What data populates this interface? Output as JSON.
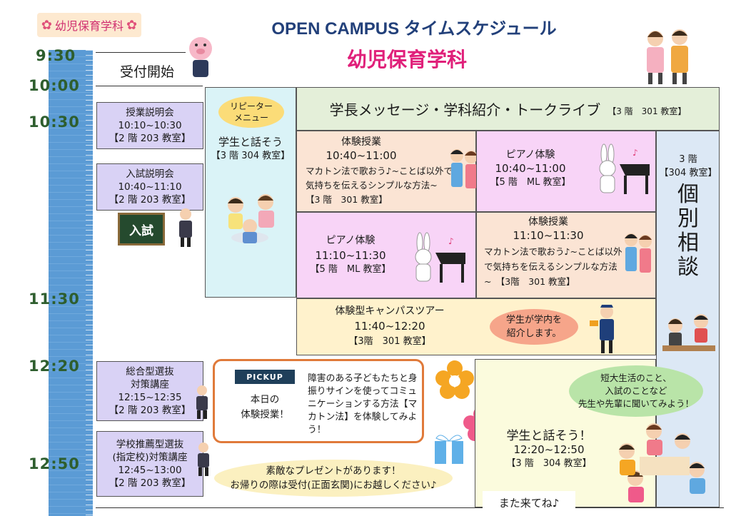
{
  "header": {
    "dept_tag": "幼児保育学科",
    "title_en": "OPEN CAMPUS タイムスケジュール",
    "title_jp": "幼児保育学科"
  },
  "times": [
    "9:30",
    "10:00",
    "10:30",
    "11:30",
    "12:20",
    "12:50"
  ],
  "reception": "受付開始",
  "left_sessions": [
    {
      "title": "授業説明会",
      "time": "10:10~10:30",
      "room": "【2 階 203 教室】"
    },
    {
      "title": "入試説明会",
      "time": "10:40~11:10",
      "room": "【2 階 203 教室】"
    },
    {
      "title": "総合型選抜\n対策講座",
      "time": "12:15~12:35",
      "room": "【2 階 203 教室】"
    },
    {
      "title": "学校推薦型選抜\n(指定校)対策講座",
      "time": "12:45~13:00",
      "room": "【2 階 203 教室】"
    }
  ],
  "blackboard": "入試",
  "repeater": {
    "badge": "リピーター\nメニュー",
    "title": "学生と話そう",
    "room": "【3 階 304 教室】"
  },
  "main_banner": {
    "title": "学長メッセージ・学科紹介・トークライブ",
    "room": "【3 階　301 教室】"
  },
  "taiken1": {
    "title": "体験授業",
    "time": "10:40~11:00",
    "desc": "マカトン法で歌おう♪~ことば以外で気持ちを伝えるシンプルな方法~",
    "room": "【3 階　301 教室】"
  },
  "piano1": {
    "title": "ピアノ体験",
    "time": "10:40~11:00",
    "room": "【5 階　ML 教室】"
  },
  "piano2": {
    "title": "ピアノ体験",
    "time": "11:10~11:30",
    "room": "【5 階　ML 教室】"
  },
  "taiken2": {
    "title": "体験授業",
    "time": "11:10~11:30",
    "desc": "マカトン法で歌おう♪~ことば以外で気持ちを伝えるシンプルな方法~",
    "room": "【3階　301 教室】"
  },
  "counsel": {
    "room": "3 階\n【304 教室】",
    "title": "個\n別\n相\n談"
  },
  "tour": {
    "title": "体験型キャンパスツアー",
    "time": "11:40~12:20",
    "room": "【3階　301 教室】",
    "bubble": "学生が学内を\n紹介します。"
  },
  "pickup": {
    "label": "PICKUP",
    "subtitle": "本日の\n体験授業！",
    "text": "障害のある子どもたちと身振りサインを使ってコミュニケーションする方法【マカトン法】を体験してみよう！"
  },
  "talk": {
    "bubble": "短大生活のこと、\n入試のことなど\n先生や先輩に聞いてみよう！",
    "title": "学生と話そう！",
    "time": "12:20~12:50",
    "room": "【3 階　304 教室】"
  },
  "present": "素敵なプレゼントがあります！\nお帰りの際は受付(正面玄関)にお越しください♪",
  "farewell": "また来てね♪"
}
